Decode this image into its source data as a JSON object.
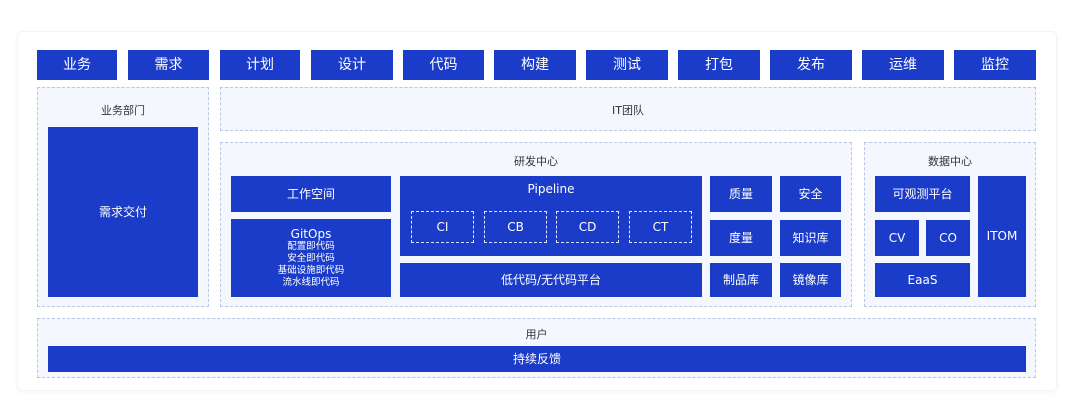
{
  "top_bar": [
    "业务",
    "需求",
    "计划",
    "设计",
    "代码",
    "构建",
    "测试",
    "打包",
    "发布",
    "运维",
    "监控"
  ],
  "business_dept": {
    "label": "业务部门",
    "delivery": "需求交付"
  },
  "it_team": {
    "label": "IT团队"
  },
  "rnd_center": {
    "label": "研发中心",
    "workspace": "工作空间",
    "gitops": {
      "title": "GitOps",
      "items": [
        "配置即代码",
        "安全即代码",
        "基础设施即代码",
        "流水线即代码"
      ]
    },
    "pipeline": {
      "title": "Pipeline",
      "stages": [
        "CI",
        "CB",
        "CD",
        "CT"
      ]
    },
    "lowcode": "低代码/无代码平台",
    "right_grid": [
      "质量",
      "安全",
      "度量",
      "知识库",
      "制品库",
      "镜像库"
    ]
  },
  "data_center": {
    "label": "数据中心",
    "observability": "可观测平台",
    "cv": "CV",
    "co": "CO",
    "eaas": "EaaS",
    "itom": "ITOM"
  },
  "user": {
    "label": "用户",
    "feedback": "持续反馈"
  },
  "colors": {
    "primary": "#1b3cc8",
    "zone_bg": "#f4f7fd",
    "zone_border": "#b9c6e8"
  }
}
